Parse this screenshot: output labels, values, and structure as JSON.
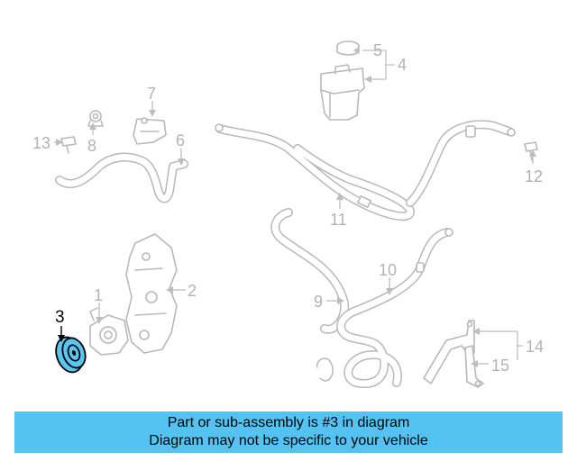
{
  "callouts": {
    "c1": "1",
    "c2": "2",
    "c3": "3",
    "c4": "4",
    "c5": "5",
    "c6": "6",
    "c7": "7",
    "c8": "8",
    "c9": "9",
    "c10": "10",
    "c11": "11",
    "c12": "12",
    "c13": "13",
    "c14": "14",
    "c15": "15"
  },
  "highlighted_part": "3",
  "colors": {
    "highlight": "#5bc6f2",
    "banner": "#55c3f1",
    "parts": "#b8b8b8"
  },
  "banner": {
    "line1": "Part or sub-assembly is #3 in diagram",
    "line2": "Diagram may not be specific to your vehicle"
  }
}
